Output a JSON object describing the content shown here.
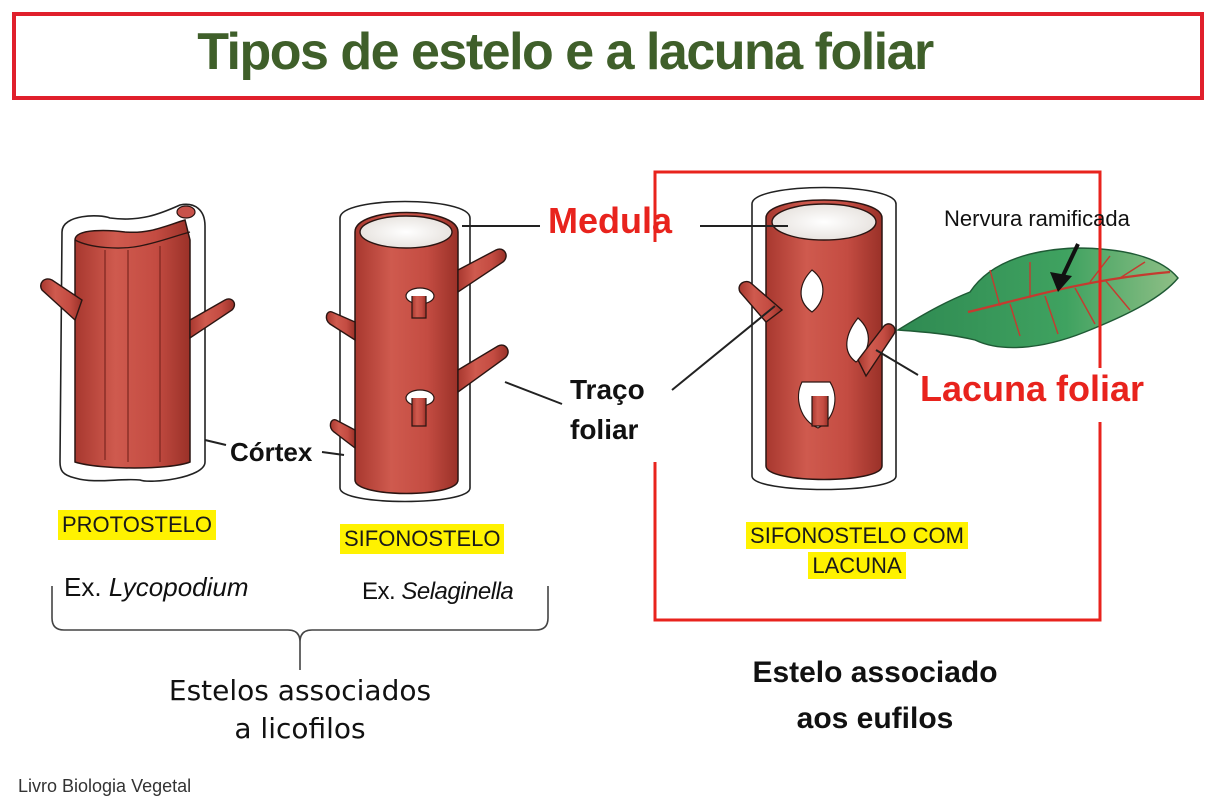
{
  "title": "Tipos de estelo e a lacuna foliar",
  "labels": {
    "medula": "Medula",
    "lacuna_foliar": "Lacuna foliar",
    "nervura_ramificada": "Nervura ramificada",
    "traco_foliar_line1": "Traço",
    "traco_foliar_line2": "foliar",
    "cortex": "Córtex"
  },
  "stele_types": [
    {
      "name": "PROTOSTELO"
    },
    {
      "name": "SIFONOSTELO"
    },
    {
      "name_line1": "SIFONOSTELO COM",
      "name_line2": "LACUNA"
    }
  ],
  "examples": [
    {
      "prefix": "Ex.",
      "genus": "Lycopodium"
    },
    {
      "prefix": "Ex.",
      "genus": "Selaginella"
    }
  ],
  "group_captions": {
    "licofilos_line1": "Estelos associados",
    "licofilos_line2": "a licofilos",
    "eufilos_line1": "Estelo associado",
    "eufilos_line2": "aos eufilos"
  },
  "source": "Livro Biologia Vegetal",
  "colors": {
    "title_green": "#3f5f2a",
    "border_red": "#e0202c",
    "label_red": "#e8231d",
    "highlight_yellow": "#fff200",
    "stele_red": "#c8524a"
  }
}
